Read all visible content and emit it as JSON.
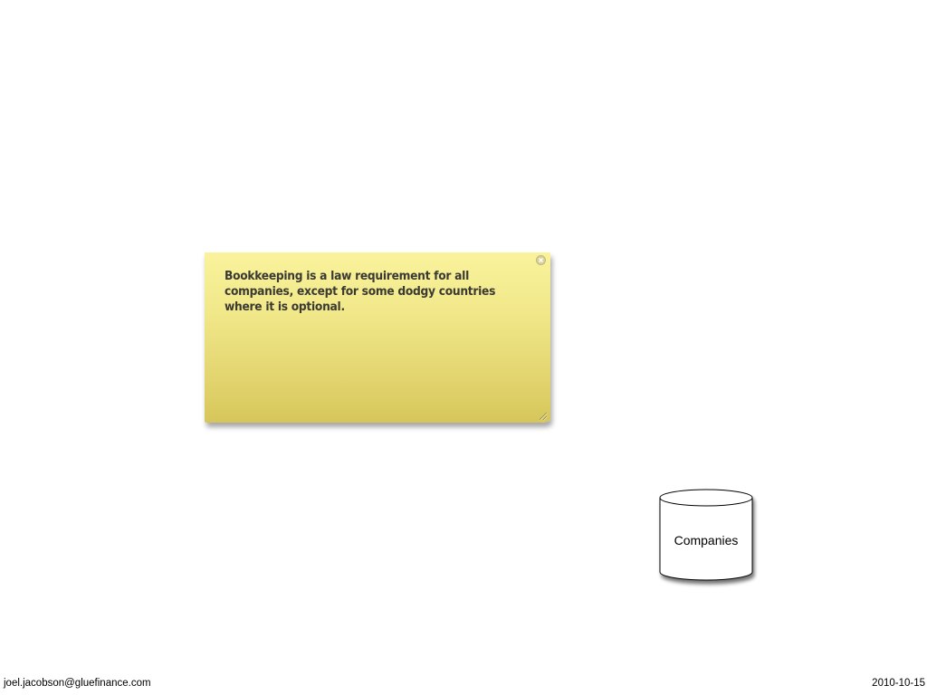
{
  "sticky_note": {
    "text": "Bookkeeping is a law requirement for all companies, except for some dodgy countries where it is optional.",
    "close_icon": "close-icon",
    "resize_icon": "resize-grip-icon",
    "color": "#f1e88a"
  },
  "database": {
    "label": "Companies",
    "icon": "database-cylinder-icon"
  },
  "footer": {
    "author_email": "joel.jacobson@gluefinance.com",
    "date": "2010-10-15"
  }
}
